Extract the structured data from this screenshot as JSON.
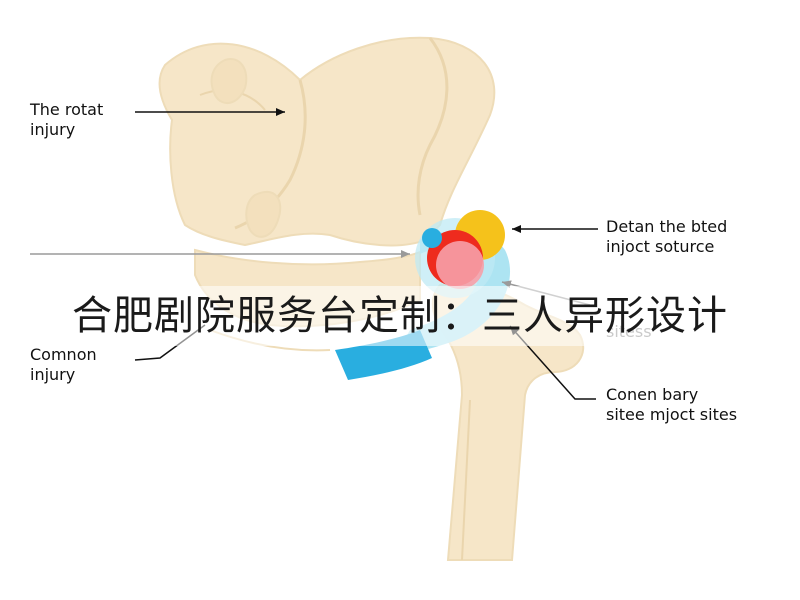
{
  "labels": {
    "rotat": "The rotat\ninjury",
    "detan": "Detan the bted\ninjoct soturce",
    "comnon": "Comnon\ninjury",
    "conen": "Conen bary\nsitee mjoct sites",
    "faded": "sitess"
  },
  "banner": {
    "text": "合肥剧院服务台定制：三人异形设计"
  },
  "colors": {
    "bone": "#f6e6c8",
    "bone_outline": "#eedcb8",
    "marker_yellow": "#f5c21b",
    "marker_red": "#ee2b1e",
    "marker_pink": "#f6a0a8",
    "marker_cyan": "#a9e3f1",
    "marker_blue": "#29aee0"
  }
}
